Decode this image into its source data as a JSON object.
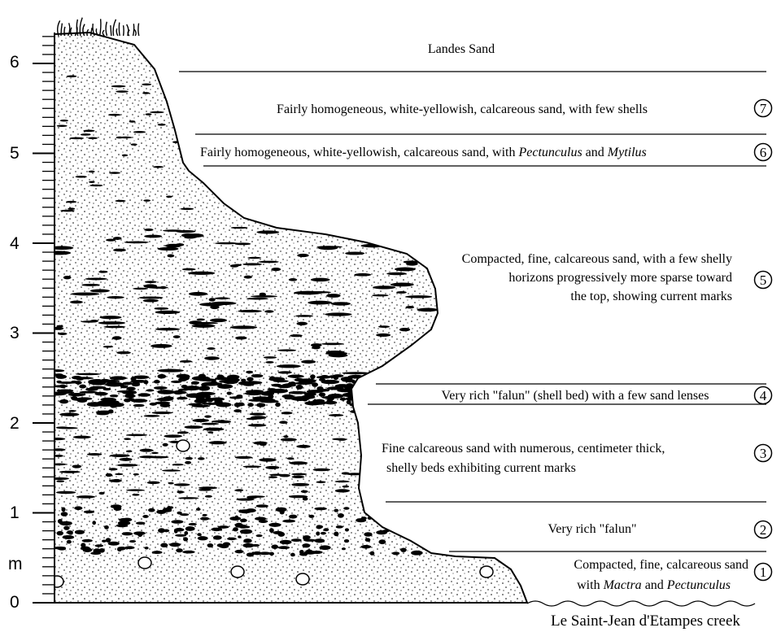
{
  "axis": {
    "unit": "m",
    "ticks": [
      "0",
      "1",
      "2",
      "3",
      "4",
      "5",
      "6"
    ],
    "range_m": [
      0,
      6.3
    ]
  },
  "layers": [
    {
      "num": "1",
      "text": "Compacted, fine, calcareous sand",
      "text2_parts": [
        {
          "t": "with ",
          "i": false
        },
        {
          "t": "Mactra",
          "i": true
        },
        {
          "t": "  and  ",
          "i": false
        },
        {
          "t": "Pectunculus",
          "i": true
        }
      ]
    },
    {
      "num": "2",
      "text": "Very rich \"falun\""
    },
    {
      "num": "3",
      "lines": [
        "Fine calcareous sand with numerous, centimeter thick,",
        "shelly beds exhibiting current marks"
      ]
    },
    {
      "num": "4",
      "text": "Very rich \"falun\" (shell bed) with a few sand lenses"
    },
    {
      "num": "5",
      "lines": [
        "Compacted, fine, calcareous sand, with a few shelly",
        "horizons progressively more sparse toward",
        "the top, showing current marks"
      ]
    },
    {
      "num": "6",
      "parts": [
        {
          "t": "Fairly homogeneous, white-yellowish, calcareous sand, with ",
          "i": false
        },
        {
          "t": "Pectunculus",
          "i": true
        },
        {
          "t": " and ",
          "i": false
        },
        {
          "t": "Mytilus",
          "i": true
        }
      ]
    },
    {
      "num": "7",
      "text": "Fairly homogeneous, white-yellowish, calcareous sand, with few shells"
    }
  ],
  "top_label": "Landes Sand",
  "creek_label": "Le Saint-Jean d'Etampes creek",
  "colors": {
    "ink": "#000000",
    "paper": "#ffffff"
  }
}
